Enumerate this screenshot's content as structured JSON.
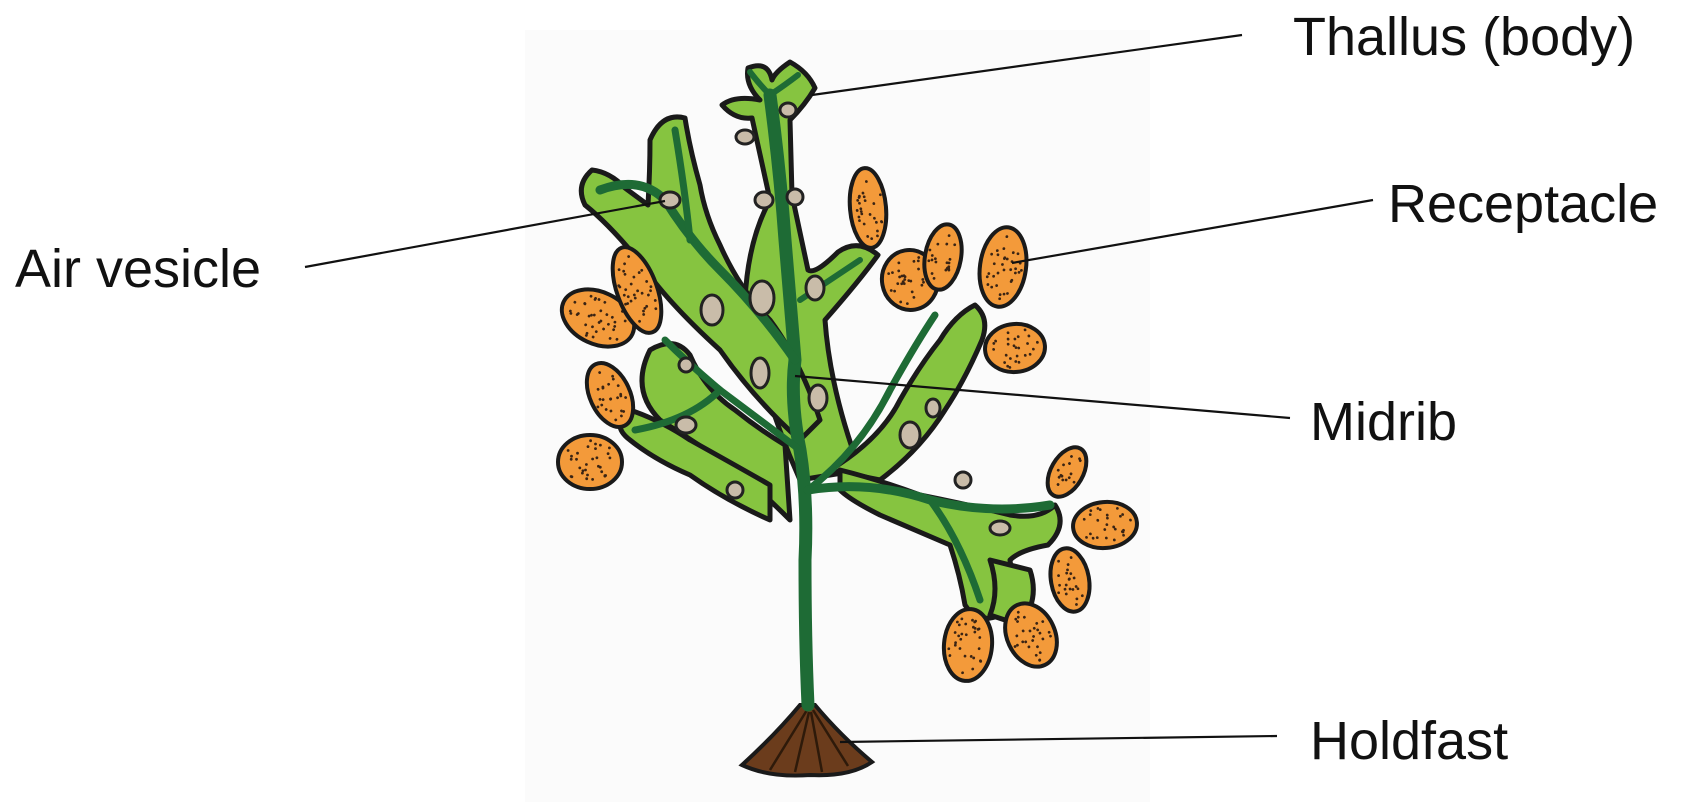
{
  "labels": {
    "thallus": "Thallus (body)",
    "receptacle": "Receptacle",
    "air_vesicle": "Air vesicle",
    "midrib": "Midrib",
    "holdfast": "Holdfast"
  },
  "colors": {
    "blade": "#86c440",
    "midrib": "#1e6b35",
    "receptacle": "#f39a3a",
    "air_vesicle": "#c9bca9",
    "holdfast": "#6b3c1c",
    "outline": "#1a1a1a"
  }
}
